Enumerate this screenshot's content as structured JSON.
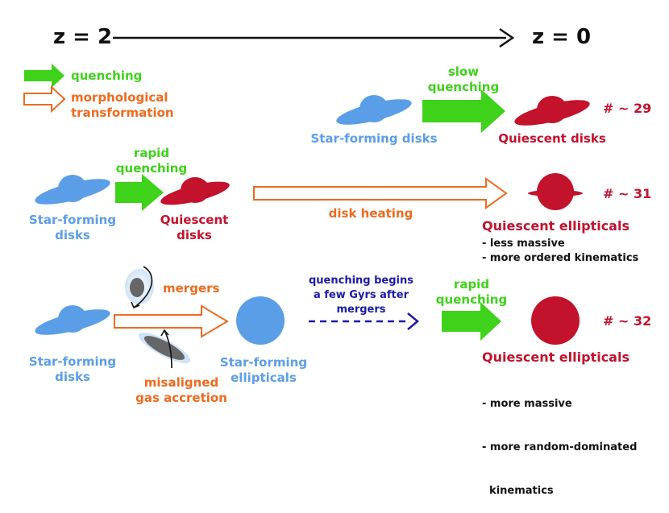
{
  "timeline": {
    "start": "z = 2",
    "end": "z = 0"
  },
  "legend": {
    "quenching": "quenching",
    "morph_line1": "morphological",
    "morph_line2": "transformation"
  },
  "row1": {
    "process_line1": "slow",
    "process_line2": "quenching",
    "source": "Star-forming disks",
    "result": "Quiescent disks",
    "count": "# ~ 29"
  },
  "row2": {
    "process_line1": "rapid",
    "process_line2": "quenching",
    "source_line1": "Star-forming",
    "source_line2": "disks",
    "mid_line1": "Quiescent",
    "mid_line2": "disks",
    "transform": "disk heating",
    "result": "Quiescent ellipticals",
    "count": "# ~ 31",
    "notes": [
      "- less massive",
      "- more ordered kinematics"
    ]
  },
  "row3": {
    "source_line1": "Star-forming",
    "source_line2": "disks",
    "mergers": "mergers",
    "accretion_line1": "misaligned",
    "accretion_line2": "gas accretion",
    "mid_line1": "Star-forming",
    "mid_line2": "ellipticals",
    "delay_line1": "quenching begins",
    "delay_line2": "a few Gyrs after",
    "delay_line3": "mergers",
    "process_line1": "rapid",
    "process_line2": "quenching",
    "result": "Quiescent ellipticals",
    "count": "# ~ 32",
    "notes": [
      "- more massive",
      "- more random-dominated",
      "  kinematics"
    ]
  },
  "colors": {
    "star_forming": "#5b9ee8",
    "quiescent": "#c3122c",
    "quenching_arrow": "#3fd21a",
    "morph_arrow": "#f06a1e",
    "delay_arrow": "#1a1aa8"
  }
}
